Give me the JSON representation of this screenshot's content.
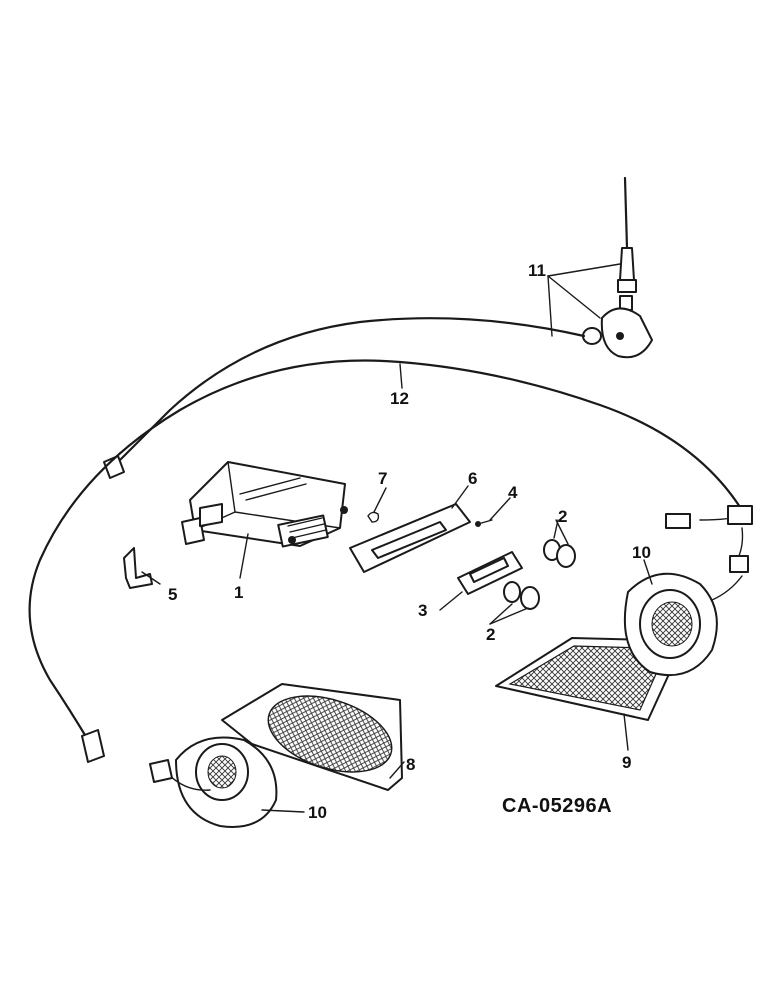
{
  "callouts": {
    "c1": "1",
    "c2a": "2",
    "c2b": "2",
    "c3": "3",
    "c4": "4",
    "c5": "5",
    "c6": "6",
    "c7": "7",
    "c8": "8",
    "c9": "9",
    "c10a": "10",
    "c10b": "10",
    "c11": "11",
    "c12": "12"
  },
  "drawing_code": "CA-05296A"
}
